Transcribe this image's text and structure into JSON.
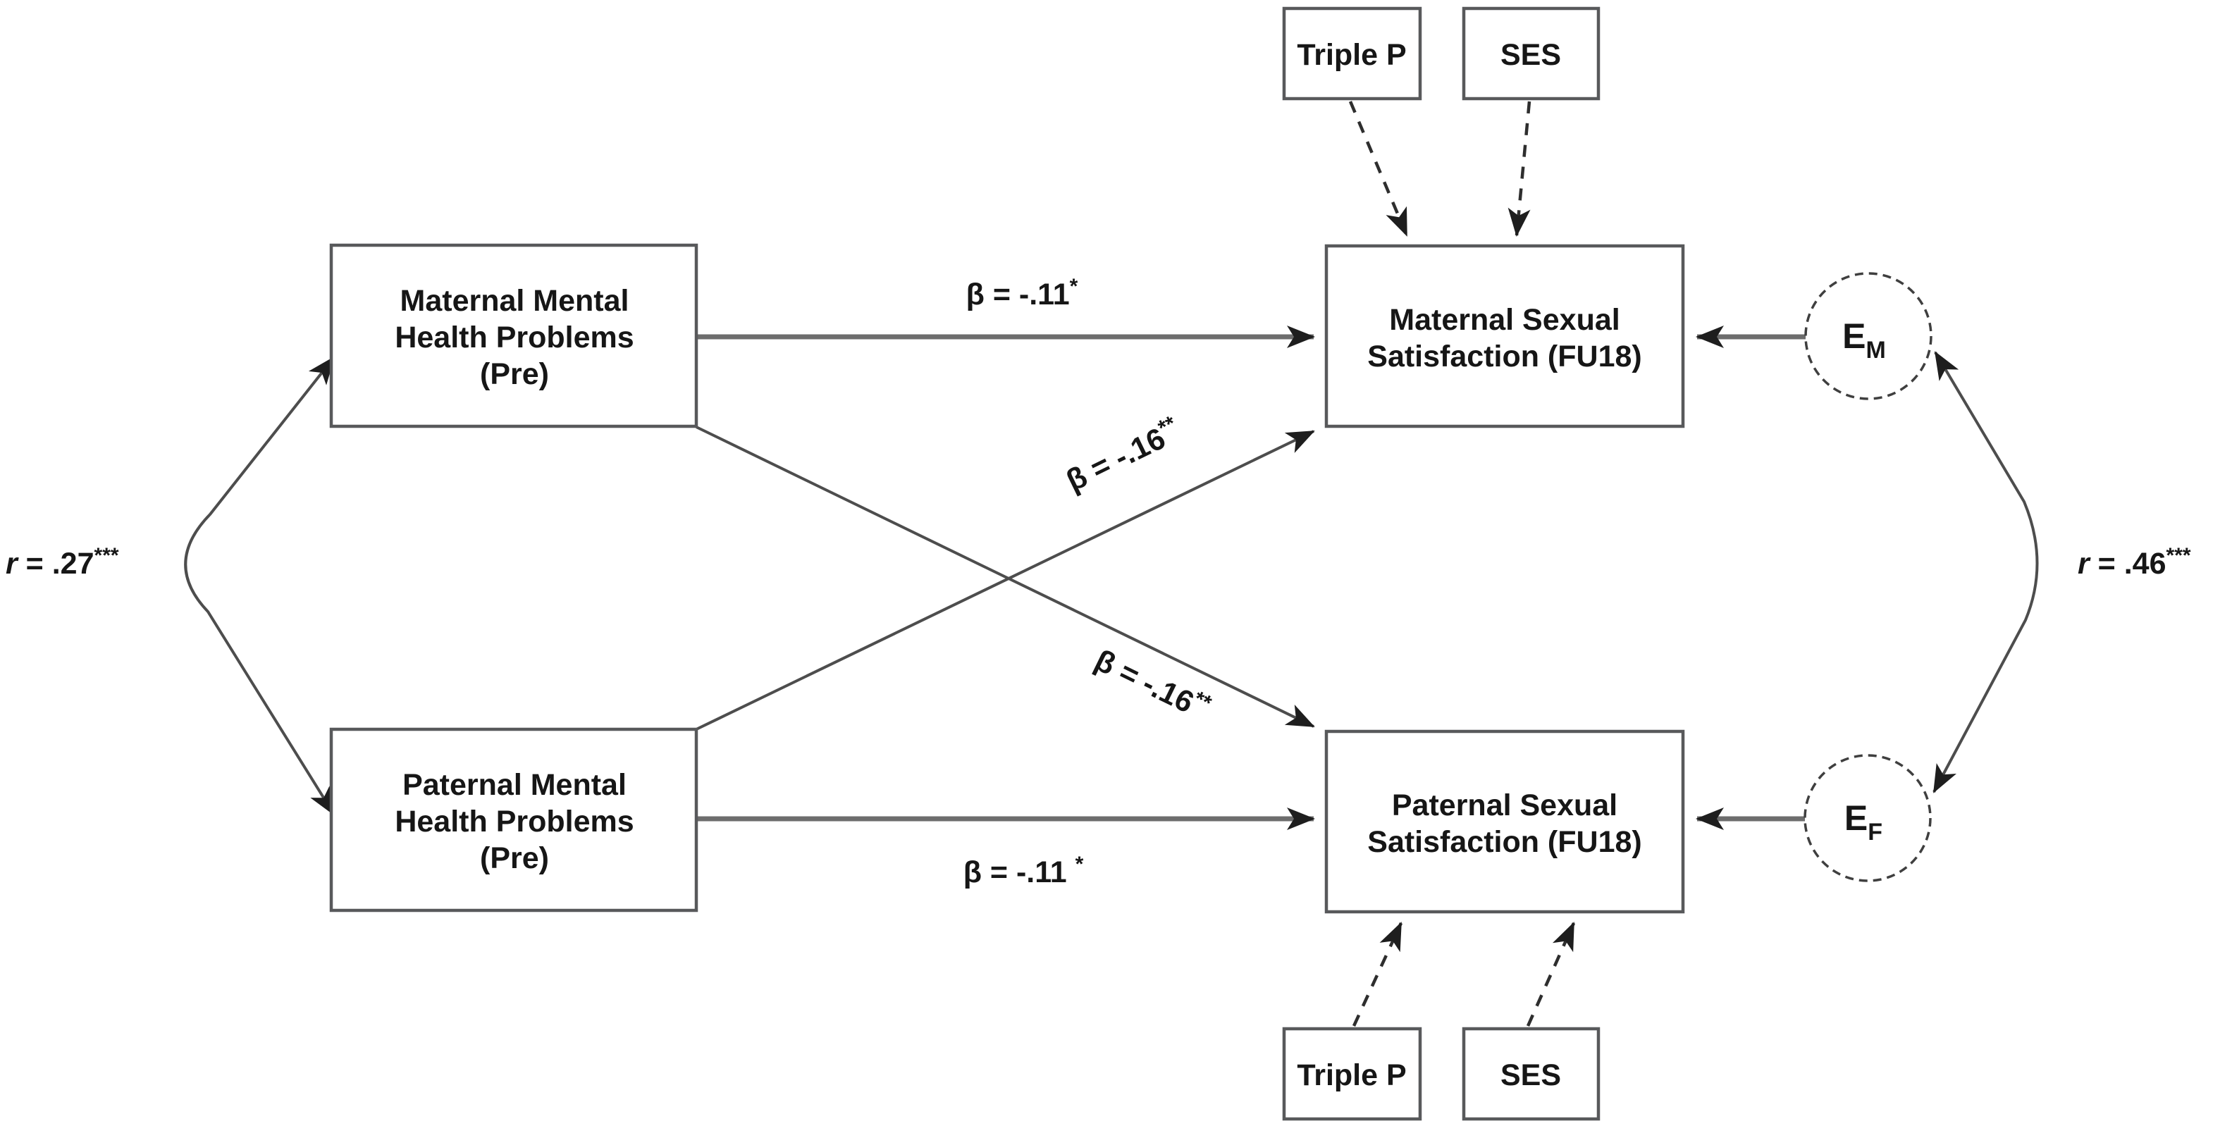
{
  "figure": {
    "type": "sem-path-diagram",
    "boxes": {
      "triple_p_top": {
        "label": "Triple P"
      },
      "ses_top": {
        "label": "SES"
      },
      "maternal_mhp": {
        "lines": [
          "Maternal Mental",
          "Health Problems",
          "(Pre)"
        ]
      },
      "paternal_mhp": {
        "lines": [
          "Paternal Mental",
          "Health Problems",
          "(Pre)"
        ]
      },
      "maternal_ss": {
        "lines": [
          "Maternal Sexual",
          "Satisfaction (FU18)"
        ]
      },
      "paternal_ss": {
        "lines": [
          "Paternal Sexual",
          "Satisfaction (FU18)"
        ]
      },
      "triple_p_bottom": {
        "label": "Triple P"
      },
      "ses_bottom": {
        "label": "SES"
      }
    },
    "error_terms": {
      "maternal": {
        "symbol": "E",
        "sub": "M"
      },
      "paternal": {
        "symbol": "E",
        "sub": "F"
      }
    },
    "path_labels": {
      "maternal_direct": {
        "text": "β = -.11",
        "sig": "*"
      },
      "cross_to_maternal": {
        "text": "β = -.16",
        "sig": "**"
      },
      "cross_to_paternal": {
        "text": "β = -.16",
        "sig": "**"
      },
      "paternal_direct": {
        "text": "β = -.11 ",
        "sig": "*"
      }
    },
    "correlations": {
      "predictors": {
        "r": "r",
        "eq": " = .27",
        "sig": "***"
      },
      "errors": {
        "r": "r",
        "eq": " = .46",
        "sig": "***"
      }
    },
    "colors": {
      "background": "#ffffff",
      "box_border": "#58595b",
      "solid_path": "#4d4d4d",
      "thick_path": "#6d6d6d",
      "dashed_path": "#2e2e2e",
      "arrowhead": "#1e1e1e",
      "text": "#161616"
    }
  }
}
